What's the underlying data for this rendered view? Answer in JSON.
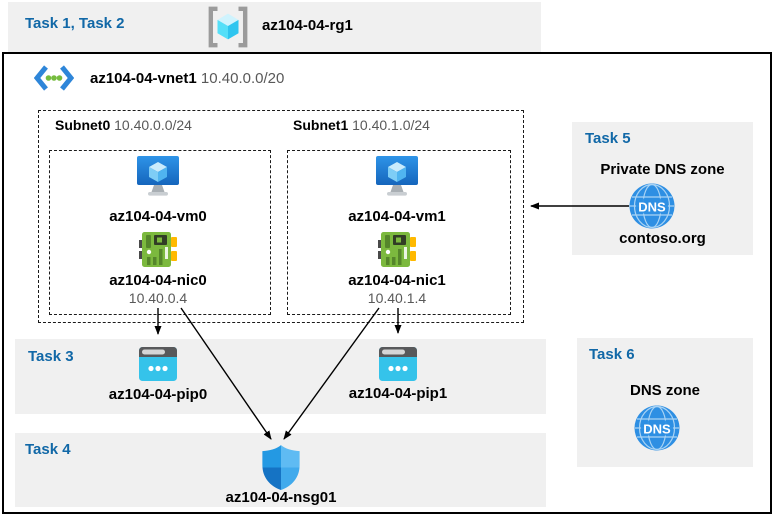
{
  "colors": {
    "task_label_blue": "#1168A7",
    "panel_gray": "#F0F0F0",
    "frame_black": "#000000",
    "secondary_text_gray": "#595959",
    "azure_blue": "#2E8FE3",
    "nic_green": "#7CB93E",
    "pip_cyan": "#35C3EA",
    "connector_yellow": "#FFB900"
  },
  "header": {
    "tasks_label": "Task 1, Task 2",
    "resource_group_name": "az104-04-rg1"
  },
  "vnet": {
    "name": "az104-04-vnet1",
    "cidr": "10.40.0.0/20"
  },
  "subnets": [
    {
      "name": "Subnet0",
      "cidr": "10.40.0.0/24",
      "vm_name": "az104-04-vm0",
      "nic_name": "az104-04-nic0",
      "nic_ip": "10.40.0.4"
    },
    {
      "name": "Subnet1",
      "cidr": "10.40.1.0/24",
      "vm_name": "az104-04-vm1",
      "nic_name": "az104-04-nic1",
      "nic_ip": "10.40.1.4"
    }
  ],
  "task3": {
    "label": "Task 3",
    "pip0_name": "az104-04-pip0",
    "pip1_name": "az104-04-pip1"
  },
  "task4": {
    "label": "Task 4",
    "nsg_name": "az104-04-nsg01"
  },
  "task5": {
    "label": "Task 5",
    "title": "Private DNS zone",
    "zone_name": "contoso.org"
  },
  "task6": {
    "label": "Task 6",
    "title": "DNS zone"
  },
  "icons": {
    "resource_group": "resource-group-icon",
    "virtual_network": "virtual-network-icon",
    "virtual_machine": "virtual-machine-icon",
    "network_interface": "network-interface-icon",
    "public_ip": "public-ip-icon",
    "network_security_group": "network-security-group-icon",
    "dns_zone": "dns-zone-icon"
  }
}
